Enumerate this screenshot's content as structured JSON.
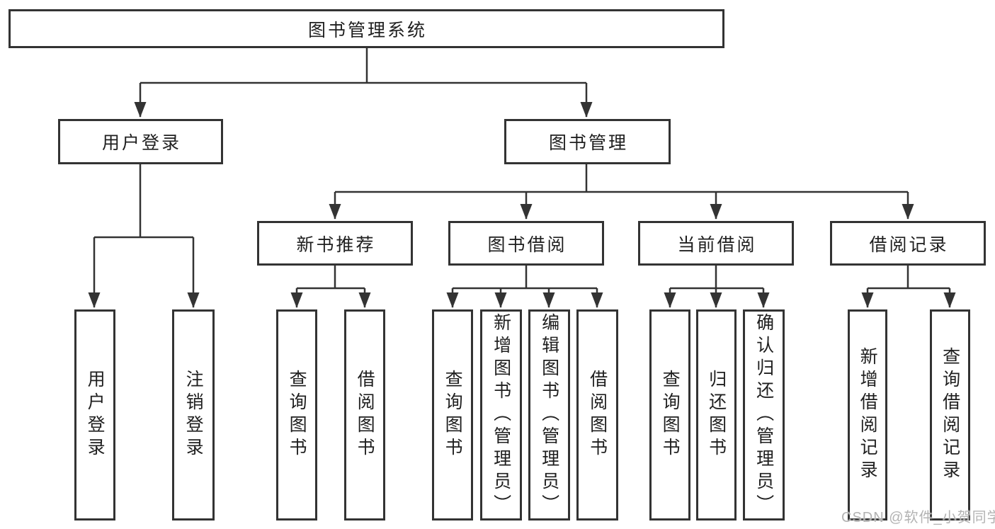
{
  "diagram_title": "图书管理系统",
  "nodes": {
    "root": "图书管理系统",
    "user_login": "用户登录",
    "book_mgmt": "图书管理",
    "new_book_rec": "新书推荐",
    "book_borrow": "图书借阅",
    "current_borrow": "当前借阅",
    "borrow_records": "借阅记录",
    "leaf_user_login": "用户登录",
    "leaf_logout": "注销登录",
    "leaf_nbr_query": "查询图书",
    "leaf_nbr_borrow": "借阅图书",
    "leaf_bb_query": "查询图书",
    "leaf_bb_add": "新增图书（管理员）",
    "leaf_bb_edit": "编辑图书（管理员）",
    "leaf_bb_borrow": "借阅图书",
    "leaf_cb_query": "查询图书",
    "leaf_cb_return": "归还图书",
    "leaf_cb_confirm": "确认归还（管理员）",
    "leaf_br_add": "新增借阅记录",
    "leaf_br_query": "查询借阅记录"
  },
  "hierarchy": {
    "图书管理系统": {
      "用户登录": [
        "用户登录",
        "注销登录"
      ],
      "图书管理": {
        "新书推荐": [
          "查询图书",
          "借阅图书"
        ],
        "图书借阅": [
          "查询图书",
          "新增图书（管理员）",
          "编辑图书（管理员）",
          "借阅图书"
        ],
        "当前借阅": [
          "查询图书",
          "归还图书",
          "确认归还（管理员）"
        ],
        "借阅记录": [
          "新增借阅记录",
          "查询借阅记录"
        ]
      }
    }
  },
  "watermark": "CSDN @软件_小贺同学",
  "colors": {
    "line": "#333333",
    "box_border": "#333333",
    "text": "#1f1f1f",
    "watermark": "#b3b3b3",
    "background": "#ffffff"
  }
}
